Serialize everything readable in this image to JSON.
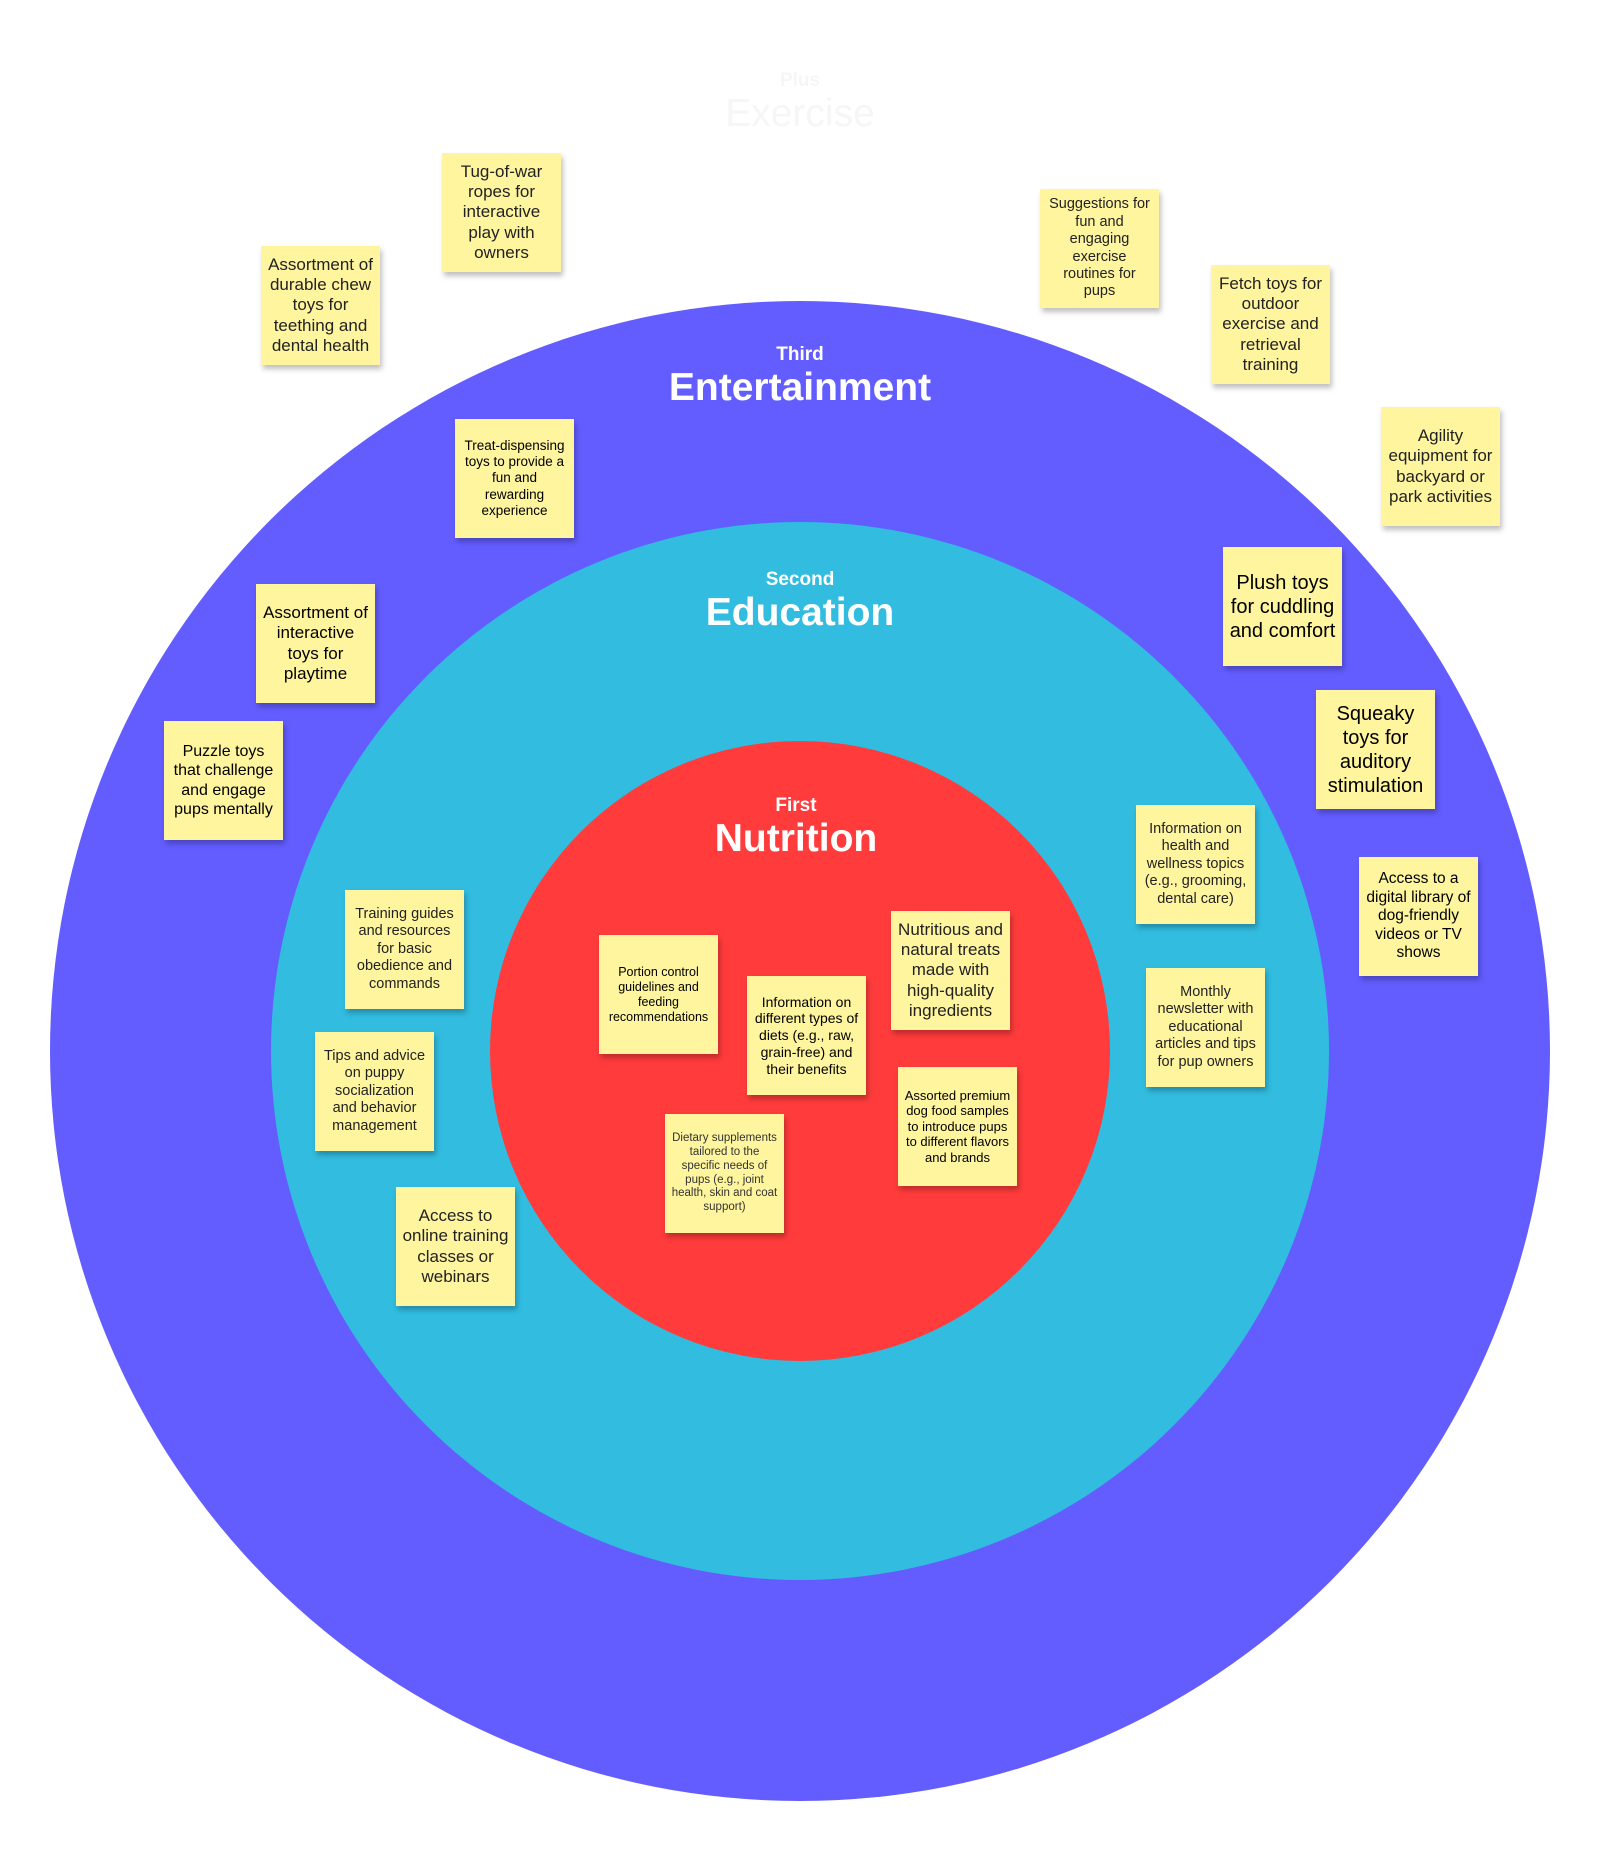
{
  "colors": {
    "outer": "#635DFF",
    "middle": "#31BCE0",
    "inner": "#FF3B3B",
    "note": "#FEF59E"
  },
  "rings": {
    "plus": {
      "rank": "Plus",
      "title": "Exercise"
    },
    "third": {
      "rank": "Third",
      "title": "Entertainment"
    },
    "second": {
      "rank": "Second",
      "title": "Education"
    },
    "first": {
      "rank": "First",
      "title": "Nutrition"
    }
  },
  "notes": [
    "Tug-of-war ropes for interactive play with owners",
    "Assortment of durable chew toys for teething and dental health",
    "Suggestions for fun and engaging exercise routines for pups",
    "Fetch toys for outdoor exercise and retrieval training",
    "Agility equipment for backyard or park activities",
    "Treat-dispensing toys to provide a fun and rewarding experience",
    "Assortment of interactive toys for playtime",
    "Plush toys for cuddling and comfort",
    "Puzzle toys that challenge and engage pups mentally",
    "Squeaky toys for auditory stimulation",
    "Information on health and wellness topics (e.g., grooming, dental care)",
    "Access to a digital library of dog-friendly videos or TV shows",
    "Training guides and resources for basic obedience and commands",
    "Monthly newsletter with educational articles and tips for pup owners",
    "Tips and advice on puppy socialization and behavior management",
    "Access to online training classes or webinars",
    "Portion control guidelines and feeding recommendations",
    "Information on different types of diets (e.g., raw, grain-free) and their benefits",
    "Nutritious and natural treats made with high-quality ingredients",
    "Assorted premium dog food samples to introduce pups to different flavors and brands",
    "Dietary supplements tailored to the specific needs of pups (e.g., joint health, skin and coat support)"
  ]
}
